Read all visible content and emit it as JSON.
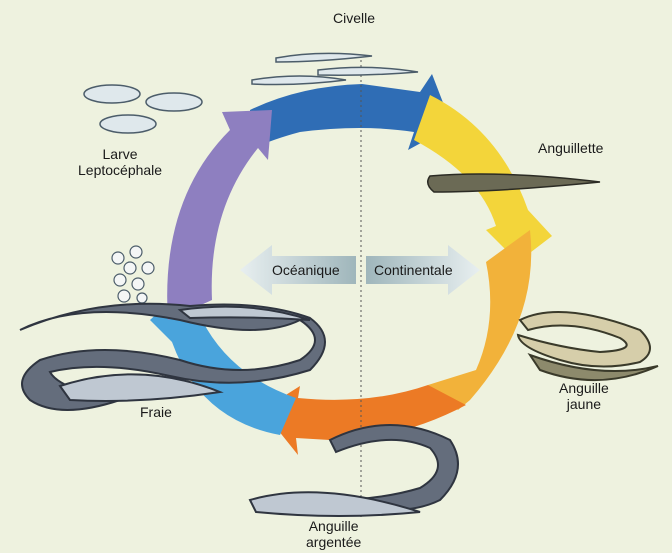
{
  "labels": {
    "civelle": "Civelle",
    "anguillette": "Anguillette",
    "anguille_jaune_1": "Anguille",
    "anguille_jaune_2": "jaune",
    "anguille_argentee_1": "Anguille",
    "anguille_argentee_2": "argentée",
    "fraie": "Fraie",
    "larve_1": "Larve",
    "larve_2": "Leptocéphale"
  },
  "center": {
    "oceanique": "Océanique",
    "continentale": "Continentale"
  },
  "colors": {
    "background": "#eef2df",
    "segment_blue": "#2f6db5",
    "segment_yellow": "#f3d53a",
    "segment_orange_light": "#f2b23a",
    "segment_orange": "#ec7a25",
    "segment_lightblue": "#4aa4dc",
    "segment_purple": "#8e7fc0",
    "center_arrow": "#a9bfc4"
  }
}
